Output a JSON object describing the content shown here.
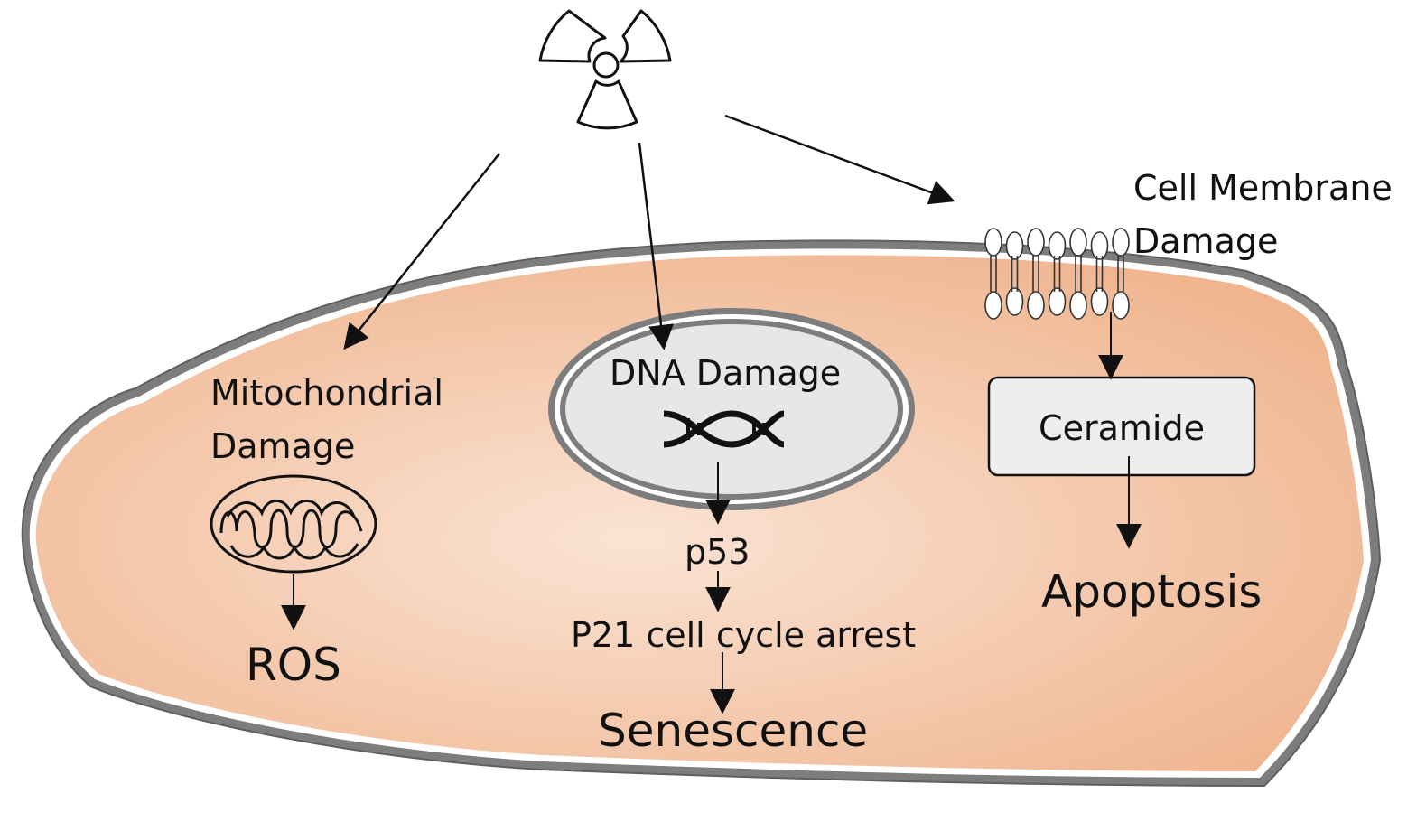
{
  "labels": {
    "membrane_damage": [
      "Cell Membrane",
      "Damage"
    ],
    "mito_damage": [
      "Mitochondrial",
      "Damage"
    ],
    "dna_damage": "DNA Damage",
    "ceramide": "Ceramide",
    "p53": "p53",
    "p21": "P21 cell cycle arrest",
    "ros": "ROS",
    "senescence": "Senescence",
    "apoptosis": "Apoptosis"
  },
  "icons": {
    "radiation": "radiation-hazard-icon",
    "mitochondrion": "mitochondrion-icon",
    "dna": "dna-helix-icon",
    "lipid_bilayer": "phospholipid-bilayer-icon"
  },
  "colors": {
    "cytoplasm_outer": "#efb58f",
    "cytoplasm_inner": "#fbe3d4",
    "membrane": "#6b6b6b",
    "nucleus_fill": "#e7e7e7",
    "box_fill": "#eeeeee",
    "stroke": "#111111"
  }
}
